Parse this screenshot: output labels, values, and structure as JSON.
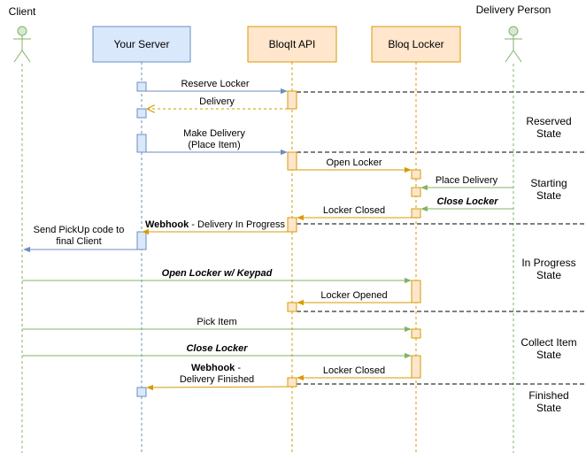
{
  "colors": {
    "blue_fill": "#dae8fc",
    "blue_stroke": "#6c8ebf",
    "orange_fill": "#ffe6cc",
    "orange_stroke": "#d79b00",
    "green_fill": "#d5e8d4",
    "green_stroke": "#82b366",
    "dashed_line": "#000000"
  },
  "participants": [
    {
      "id": "client",
      "label": "Client",
      "kind": "actor-icon"
    },
    {
      "id": "server",
      "label": "Your Server",
      "kind": "box"
    },
    {
      "id": "api",
      "label": "BloqIt API",
      "kind": "box"
    },
    {
      "id": "locker",
      "label": "Bloq Locker",
      "kind": "box"
    },
    {
      "id": "delivery",
      "label": "Delivery Person",
      "kind": "actor-icon"
    }
  ],
  "messages": [
    {
      "id": "reserve-locker",
      "from": "server",
      "to": "api",
      "lines": [
        "Reserve Locker"
      ],
      "style": "solid"
    },
    {
      "id": "delivery-response",
      "from": "api",
      "to": "server",
      "lines": [
        "Delivery"
      ],
      "style": "dashed"
    },
    {
      "id": "make-delivery",
      "from": "server",
      "to": "api",
      "lines": [
        "Make Delivery",
        "(Place Item)"
      ],
      "style": "solid"
    },
    {
      "id": "open-locker",
      "from": "api",
      "to": "locker",
      "lines": [
        "Open Locker"
      ],
      "style": "solid"
    },
    {
      "id": "place-delivery",
      "from": "delivery",
      "to": "locker",
      "lines": [
        "Place Delivery"
      ],
      "style": "solid"
    },
    {
      "id": "close-locker-delivery",
      "from": "delivery",
      "to": "locker",
      "lines": [
        "Close Locker"
      ],
      "style": "solid",
      "emphasis": "bold-italic"
    },
    {
      "id": "locker-closed-1",
      "from": "locker",
      "to": "api",
      "lines": [
        "Locker Closed"
      ],
      "style": "solid"
    },
    {
      "id": "webhook-in-progress",
      "from": "api",
      "to": "server",
      "lines": [
        "Webhook - Delivery In Progress"
      ],
      "bold_prefix": "Webhook",
      "rest": " - Delivery In Progress",
      "style": "solid"
    },
    {
      "id": "send-pickup-code",
      "from": "server",
      "to": "client",
      "lines": [
        "Send PickUp code to",
        "final Client"
      ],
      "style": "solid"
    },
    {
      "id": "open-locker-keypad",
      "from": "client",
      "to": "locker",
      "lines": [
        "Open Locker w/ Keypad"
      ],
      "style": "solid",
      "emphasis": "bold-italic"
    },
    {
      "id": "locker-opened",
      "from": "locker",
      "to": "api",
      "lines": [
        "Locker Opened"
      ],
      "style": "solid"
    },
    {
      "id": "pick-item",
      "from": "client",
      "to": "locker",
      "lines": [
        "Pick Item"
      ],
      "style": "solid"
    },
    {
      "id": "close-locker-client",
      "from": "client",
      "to": "locker",
      "lines": [
        "Close Locker"
      ],
      "style": "solid",
      "emphasis": "bold-italic"
    },
    {
      "id": "locker-closed-2",
      "from": "locker",
      "to": "api",
      "lines": [
        "Locker Closed"
      ],
      "style": "solid"
    },
    {
      "id": "webhook-finished",
      "from": "api",
      "to": "server",
      "lines": [
        "Webhook -",
        "Delivery Finished"
      ],
      "bold_prefix": "Webhook",
      "style": "solid"
    }
  ],
  "states": [
    {
      "lines": [
        "Reserved",
        "State"
      ]
    },
    {
      "lines": [
        "Starting",
        "State"
      ]
    },
    {
      "lines": [
        "In Progress",
        "State"
      ]
    },
    {
      "lines": [
        "Collect Item",
        "State"
      ]
    },
    {
      "lines": [
        "Finished",
        "State"
      ]
    }
  ]
}
